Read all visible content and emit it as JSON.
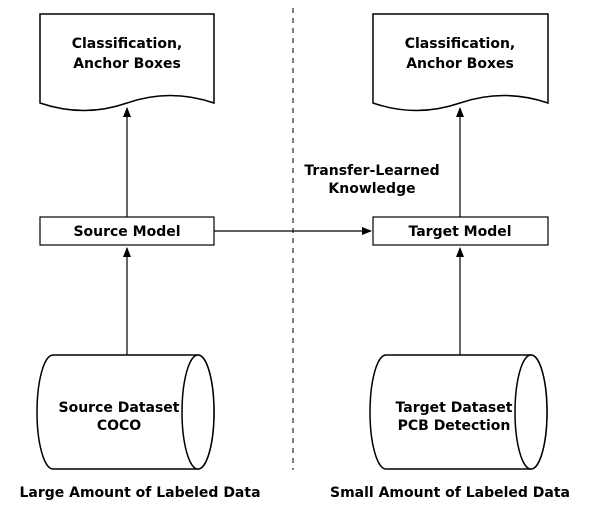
{
  "left": {
    "output_line1": "Classification,",
    "output_line2": "Anchor Boxes",
    "model": "Source Model",
    "dataset_line1": "Source Dataset",
    "dataset_line2": "COCO",
    "caption": "Large Amount of Labeled Data"
  },
  "right": {
    "output_line1": "Classification,",
    "output_line2": "Anchor Boxes",
    "model": "Target Model",
    "dataset_line1": "Target Dataset",
    "dataset_line2": "PCB Detection",
    "caption": "Small Amount of Labeled Data"
  },
  "transfer_line1": "Transfer-Learned",
  "transfer_line2": "Knowledge",
  "colors": {
    "stroke": "#000000",
    "fill": "#ffffff"
  }
}
